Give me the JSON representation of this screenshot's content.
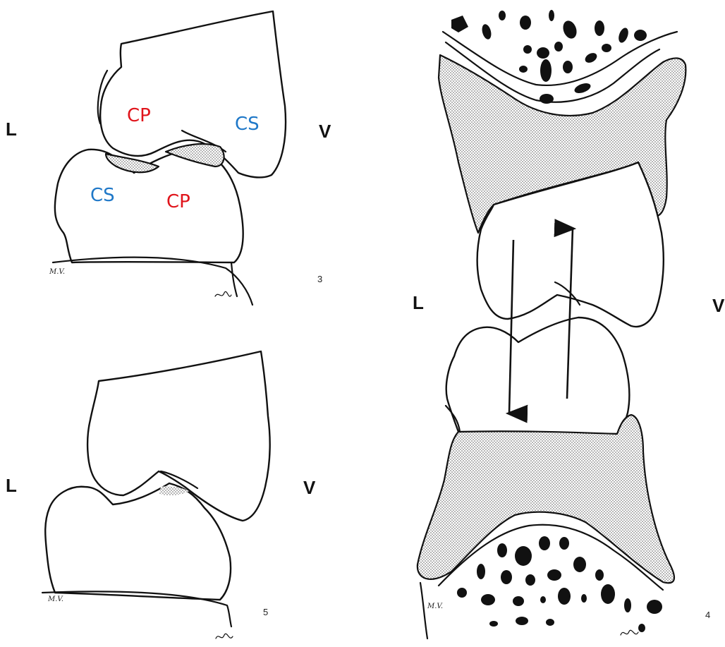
{
  "figures": {
    "fig3": {
      "number": "3",
      "side_left": "L",
      "side_right": "V",
      "upper_labels": {
        "cp": "CP",
        "cs": "CS"
      },
      "lower_labels": {
        "cs": "CS",
        "cp": "CP"
      },
      "initials": "M.V."
    },
    "fig5": {
      "number": "5",
      "side_left": "L",
      "side_right": "V",
      "initials": "M.V."
    },
    "fig4": {
      "number": "4",
      "side_left": "L",
      "side_right": "V",
      "initials": "M.V."
    }
  },
  "colors": {
    "cp": "#e0141b",
    "cs": "#1f78c8",
    "ink": "#111111"
  }
}
